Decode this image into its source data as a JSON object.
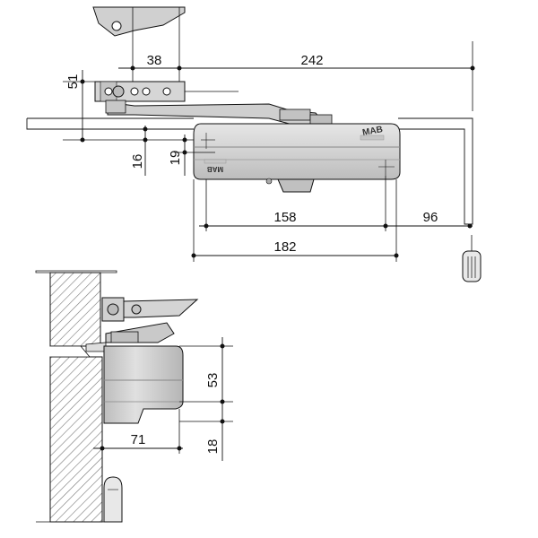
{
  "top_view": {
    "dimensions": {
      "d38": "38",
      "d242": "242",
      "d51": "51",
      "d16": "16",
      "d19": "19",
      "d158": "158",
      "d96": "96",
      "d182": "182"
    },
    "body_brand_top": "MAB",
    "body_brand_bottom": "MAB"
  },
  "side_view": {
    "dimensions": {
      "d53": "53",
      "d71": "71",
      "d18": "18"
    }
  },
  "colors": {
    "line": "#111111",
    "body_fill": "#d8d8d8",
    "body_dark": "#b0b0b0",
    "hatch": "#777777"
  }
}
